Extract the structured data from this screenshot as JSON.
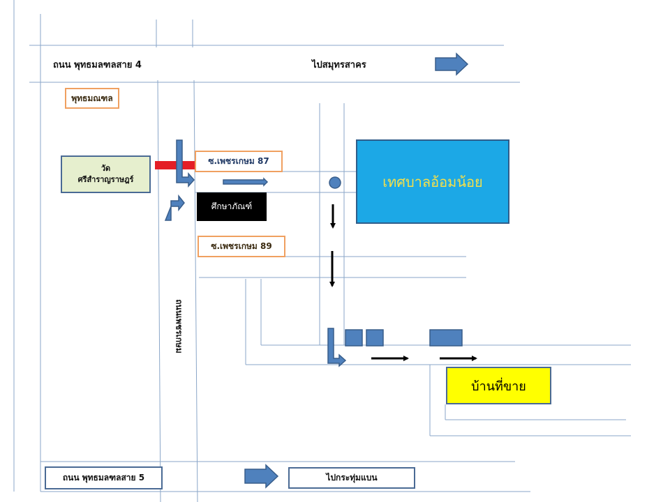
{
  "roads": {
    "top_road": "ถนน พุทธมลฑลสาย 4",
    "bottom_road": "ถนน พุทธมลฑลสาย 5",
    "vertical_road": "ถนนเพชรเกษม"
  },
  "directions": {
    "to_samut_sakhon": "ไปสมุทรสาคร",
    "to_krathum_baen": "ไปกระทุ่มแบน"
  },
  "landmarks": {
    "phutthamonthon": "พุทธมณฑล",
    "temple": [
      "วัด",
      "ศรีสำราญราษฎร์"
    ],
    "soi_87": "ซ.เพชรเกษม 87",
    "soi_89": "ซ.เพชรเกษม 89",
    "school": "ศึกษาภัณฑ์",
    "municipality": "เทศบาลอ้อมน้อย",
    "house_for_sale": "บ้านที่ขาย"
  },
  "colors": {
    "road_line": "#8aa6c8",
    "arrow_fill": "#4f81bd",
    "arrow_stroke": "#385d8a",
    "accent_orange": "#f0a060",
    "municipality_fill": "#1ca8e6",
    "municipality_text": "#f5e04a",
    "sale_fill": "#ffff00",
    "school_fill": "#000000",
    "red_marker": "#e41e26"
  }
}
